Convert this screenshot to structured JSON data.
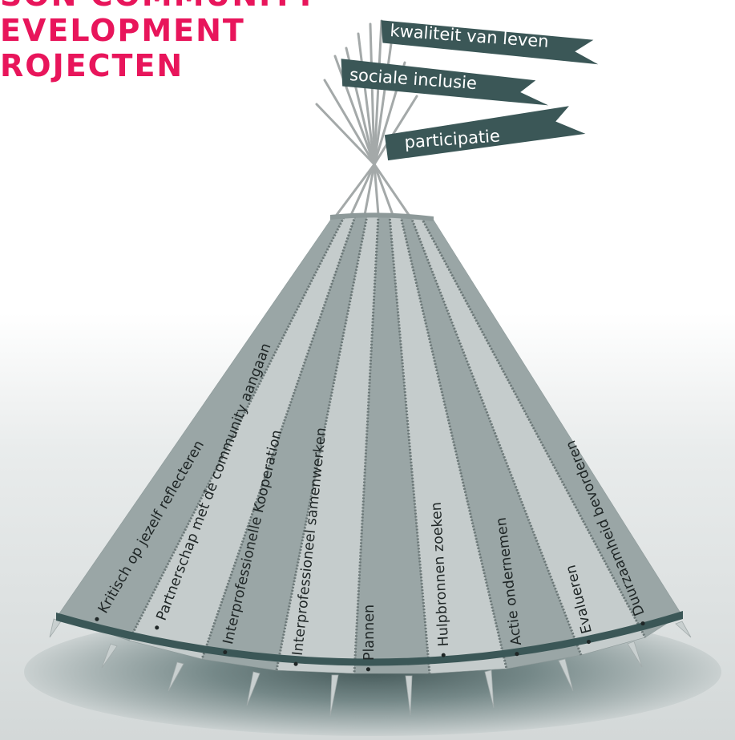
{
  "title": {
    "line1": "SON COMMUNITY",
    "line2": "EVELOPMENT",
    "line3": "ROJECTEN"
  },
  "flags": [
    {
      "label": "kwaliteit van leven"
    },
    {
      "label": "sociale inclusie"
    },
    {
      "label": "participatie"
    }
  ],
  "segments": [
    {
      "label": "• Kritisch op jezelf reflecteren"
    },
    {
      "label": "• Partnerschap met de community aangaan"
    },
    {
      "label": "• Interprofessionelle Kooperation"
    },
    {
      "label": "• Interprofessioneel samenwerken"
    },
    {
      "label": "• Plannen"
    },
    {
      "label": "• Hulpbronnen zoeken"
    },
    {
      "label": "• Actie ondernemen"
    },
    {
      "label": "• Evalueren"
    },
    {
      "label": "• Duurzaamheid bevorderen"
    }
  ],
  "colors": {
    "title": "#e8155b",
    "flag": "#3b5757",
    "segment_dark": "#9aa6a6",
    "segment_light": "#c5cccc",
    "rim": "#3b5757",
    "shadow": "#8e9c9c"
  }
}
